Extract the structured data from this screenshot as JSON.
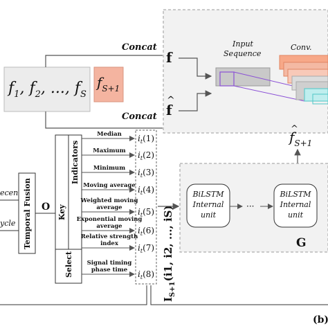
{
  "panel": "(b)",
  "top": {
    "concat_top": "Concat",
    "concat_bottom": "Concat",
    "seq_main": "f",
    "seq_sub_1": "1",
    "seq_sub_2": "2",
    "seq_mid": ", ..., ",
    "seq_sub_s": "S",
    "next_f": "f",
    "next_sub": "S+1",
    "f_bold": "f",
    "f_hat": "f",
    "input_sequence_line1": "Input",
    "input_sequence_line2": "Sequence",
    "conv_label": "Conv.",
    "output_f": "f",
    "output_sub": "S+1"
  },
  "left": {
    "recent_label": "ecent",
    "cycle_label": "ycle",
    "temporal_fusion": "Temporal Fusion",
    "o_label": "O",
    "key_label": "Key",
    "indicators_label": "Indicators",
    "select_label": "Select"
  },
  "indicators": [
    {
      "name": "Median",
      "sym": "i",
      "sub": "t",
      "num": "(1)"
    },
    {
      "name": "Maximum",
      "sym": "i",
      "sub": "t",
      "num": "(2)"
    },
    {
      "name": "Minimum",
      "sym": "i",
      "sub": "t",
      "num": "(3)"
    },
    {
      "name": "Moving average",
      "sym": "i",
      "sub": "t",
      "num": "(4)"
    },
    {
      "name": "Weighted moving average",
      "sym": "i",
      "sub": "t",
      "num": "(5)"
    },
    {
      "name": "Exponential moving average",
      "sym": "i",
      "sub": "t",
      "num": "(6)"
    },
    {
      "name": "Relative strength index",
      "sym": "i",
      "sub": "t",
      "num": "(7)"
    },
    {
      "name": "Signal timing phase time",
      "sym": "i",
      "sub": "t",
      "num": "(8)"
    }
  ],
  "vertical_i": "I",
  "vertical_i_sub": "S+1",
  "vertical_i_rest": "(i",
  "vertical_i_items": "1, i2, ..., iS)",
  "bilstm": {
    "left_line1": "BiLSTM",
    "left_line2": "Internal",
    "left_line3": "unit",
    "right_line1": "BiLSTM",
    "right_line2": "Internal",
    "right_line3": "unit",
    "dots": "···",
    "g_label": "G"
  },
  "colors": {
    "salmon": "#f4b4a0",
    "gray_box": "#ececec",
    "dashed_region": "#f2f2f2",
    "purple": "#8a4fd6",
    "teal": "#4fc7c7"
  }
}
